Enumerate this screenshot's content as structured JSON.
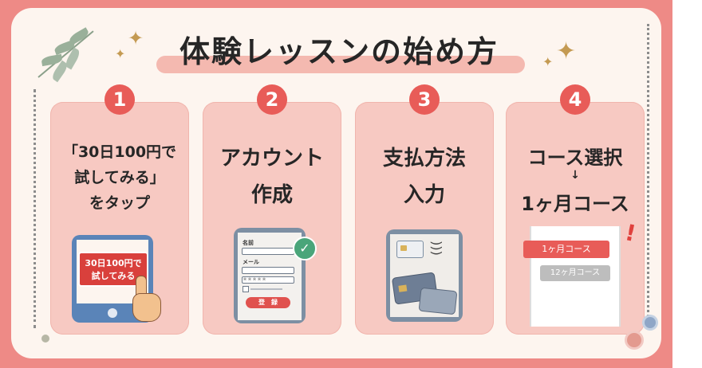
{
  "title": "体験レッスンの始め方",
  "steps": [
    {
      "number": "1",
      "lines": [
        "「30日100円で",
        "試してみる」",
        "をタップ"
      ],
      "button_lines": [
        "30日100円で",
        "試してみる"
      ]
    },
    {
      "number": "2",
      "lines": [
        "アカウント",
        "作成"
      ],
      "form": {
        "name_label": "名前",
        "email_label": "メール",
        "password_mask": "＊＊＊＊＊",
        "submit_label": "登　録"
      }
    },
    {
      "number": "3",
      "lines": [
        "支払方法",
        "入力"
      ]
    },
    {
      "number": "4",
      "lines": [
        "コース選択",
        "↓",
        "1ヶ月コース"
      ],
      "options": [
        "1ヶ月コース",
        "12ヶ月コース"
      ]
    }
  ],
  "colors": {
    "frame": "#ee8a86",
    "panel": "#fdf5ef",
    "card": "#f7c9c2",
    "badge": "#e85c58",
    "accent_red": "#d9403c",
    "phone_blue": "#5a84b8",
    "check_green": "#4aa57a"
  },
  "icons": [
    "sparkle-icon",
    "leaf-branch-icon",
    "check-icon",
    "hand-pointer-icon",
    "credit-card-icon",
    "contactless-icon",
    "exclamation-icon",
    "flower-icon"
  ]
}
